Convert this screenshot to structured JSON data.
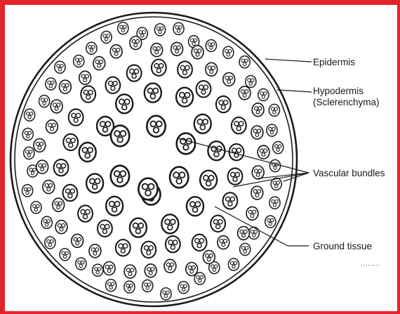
{
  "labels": {
    "epidermis": "Epidermis",
    "hypodermis": "Hypodermis",
    "hypodermis_note": "(Sclerenchyma)",
    "vascular_bundles": "Vascular bundles",
    "ground_tissue": "Ground tissue",
    "footnote": "........"
  },
  "colors": {
    "frame": "#e0242a",
    "ink": "#1a1a1a",
    "background": "#ffffff"
  }
}
